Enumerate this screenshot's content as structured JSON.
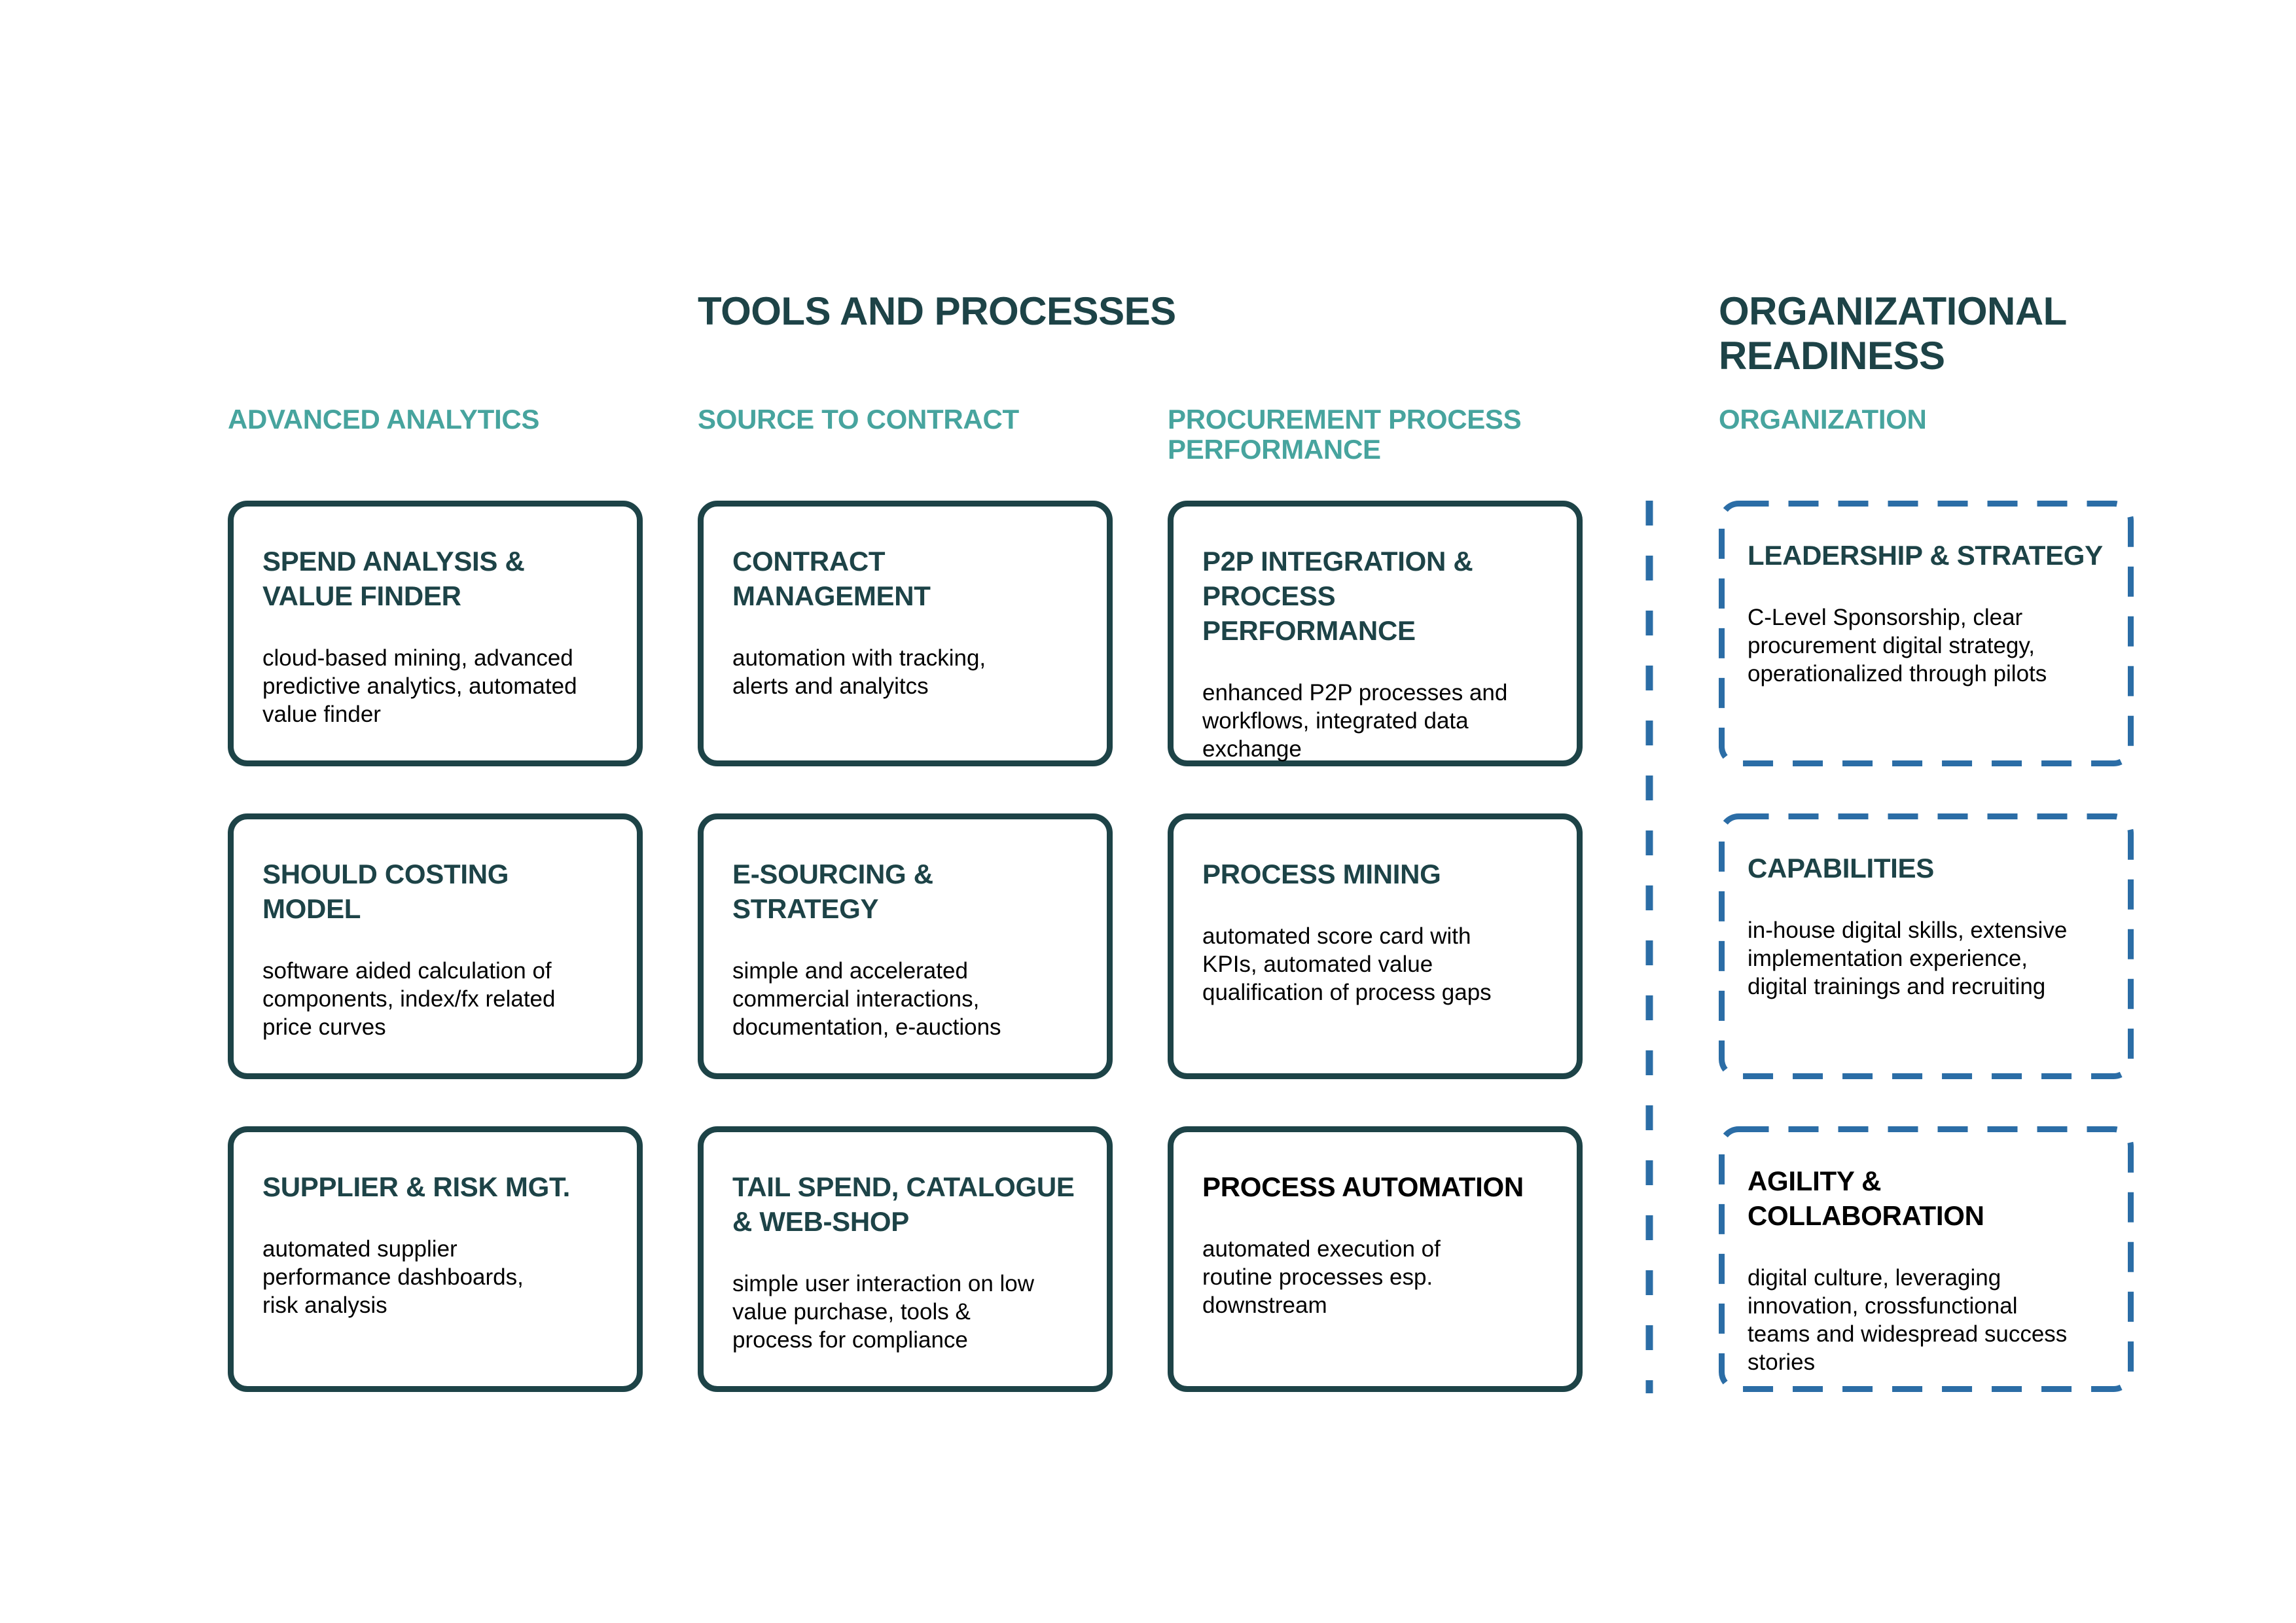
{
  "colors": {
    "dark_teal": "#1d4347",
    "teal": "#47a49e",
    "dashed_blue": "#2b6da6",
    "black": "#000000",
    "background": "#ffffff"
  },
  "section_titles": {
    "left": "TOOLS AND PROCESSES",
    "right": "ORGANIZATIONAL\nREADINESS"
  },
  "columns": [
    {
      "header": "ADVANCED ANALYTICS",
      "border_style": "solid",
      "cards": [
        {
          "title": "SPEND ANALYSIS &\nVALUE FINDER",
          "title_color": "#1d4347",
          "body": "cloud-based mining, advanced\npredictive analytics, automated\nvalue finder"
        },
        {
          "title": "SHOULD COSTING\nMODEL",
          "title_color": "#1d4347",
          "body": "software aided calculation of\ncomponents, index/fx related\nprice curves"
        },
        {
          "title": "SUPPLIER & RISK MGT.",
          "title_color": "#1d4347",
          "body": "automated supplier\nperformance dashboards,\nrisk analysis"
        }
      ]
    },
    {
      "header": "SOURCE TO CONTRACT",
      "border_style": "solid",
      "cards": [
        {
          "title": "CONTRACT\nMANAGEMENT",
          "title_color": "#1d4347",
          "body": "automation with tracking,\nalerts and analyitcs"
        },
        {
          "title": "E-SOURCING &\nSTRATEGY",
          "title_color": "#1d4347",
          "body": "simple and accelerated\ncommercial interactions,\ndocumentation, e-auctions"
        },
        {
          "title": "TAIL SPEND, CATALOGUE\n& WEB-SHOP",
          "title_color": "#1d4347",
          "body": "simple user interaction on low\nvalue purchase, tools &\nprocess for compliance"
        }
      ]
    },
    {
      "header": "PROCUREMENT PROCESS\nPERFORMANCE",
      "border_style": "solid",
      "cards": [
        {
          "title": "P2P INTEGRATION &\nPROCESS PERFORMANCE",
          "title_color": "#1d4347",
          "body": "enhanced P2P processes and\nworkflows, integrated data\nexchange"
        },
        {
          "title": "PROCESS MINING",
          "title_color": "#1d4347",
          "body": "automated score card with\nKPIs, automated value\nqualification of process gaps"
        },
        {
          "title": "PROCESS AUTOMATION",
          "title_color": "#000000",
          "body": "automated execution of\nroutine processes esp.\ndownstream"
        }
      ]
    },
    {
      "header": "ORGANIZATION",
      "border_style": "dashed",
      "cards": [
        {
          "title": "LEADERSHIP & STRATEGY",
          "title_color": "#1d4347",
          "body": "C-Level Sponsorship, clear\nprocurement digital strategy,\noperationalized through pilots"
        },
        {
          "title": "CAPABILITIES",
          "title_color": "#1d4347",
          "body": "in-house digital skills, extensive\nimplementation experience,\ndigital trainings and recruiting"
        },
        {
          "title": "AGILITY &\nCOLLABORATION",
          "title_color": "#000000",
          "body": "digital culture, leveraging\ninnovation, crossfunctional\nteams and widespread success\nstories"
        }
      ]
    }
  ],
  "separator": {
    "style": "vertical-dashed-line"
  }
}
